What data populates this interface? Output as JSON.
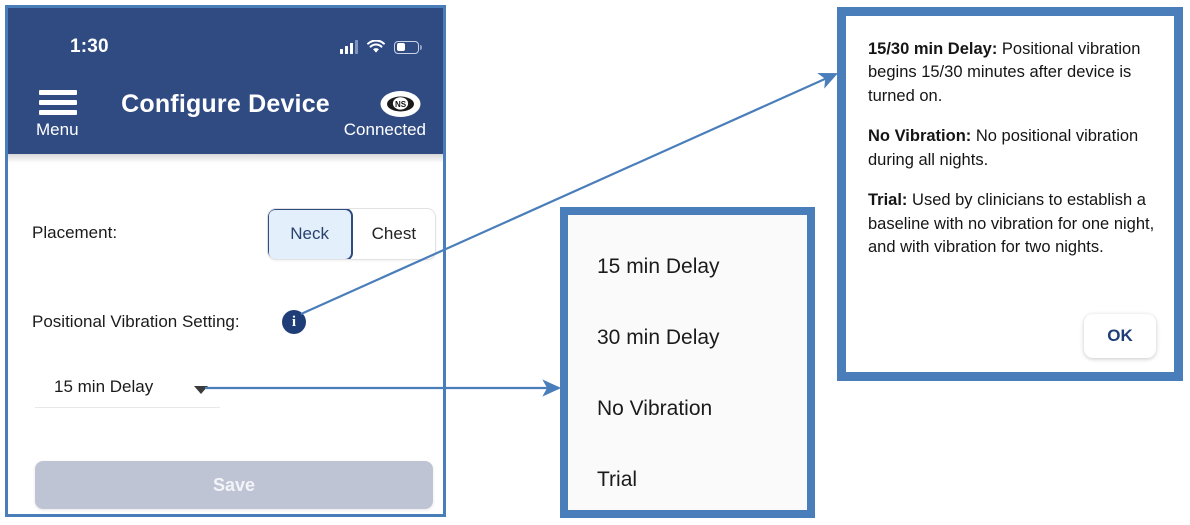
{
  "phone": {
    "status_bar": {
      "time": "1:30",
      "icons": [
        "cellular-signal-icon",
        "wifi-icon",
        "battery-icon"
      ]
    },
    "nav_bar": {
      "menu_icon": "hamburger-menu-icon",
      "menu_label": "Menu",
      "title": "Configure Device",
      "logo_text": "NS",
      "logo_name": "ns-brand-logo",
      "connection_status": "Connected"
    },
    "form": {
      "placement_label": "Placement:",
      "placement_options": [
        "Neck",
        "Chest"
      ],
      "placement_selected": "Neck",
      "vibration_label": "Positional Vibration Setting:",
      "info_icon_glyph": "i",
      "dropdown_value": "15 min Delay",
      "dropdown_caret": "chevron-down-icon",
      "save_label": "Save"
    }
  },
  "options_callout": {
    "items": [
      "15 min Delay",
      "30 min Delay",
      "No Vibration",
      "Trial"
    ]
  },
  "info_dialog": {
    "paragraphs": [
      {
        "term": "15/30 min Delay:",
        "text": " Positional vibration begins 15/30 minutes after device is turned on."
      },
      {
        "term": "No Vibration:",
        "text": " No positional vibration during all nights."
      },
      {
        "term": "Trial:",
        "text": " Used by clinicians to establish a baseline with no vibration for one night, and with vibration for two nights."
      }
    ],
    "ok_label": "OK"
  },
  "colors": {
    "header_navy": "#2F4B82",
    "callout_blue": "#4A7EBB",
    "segment_active_fill": "#E3EFFB",
    "save_disabled": "#BFC4D4",
    "info_badge": "#1F3E78"
  }
}
